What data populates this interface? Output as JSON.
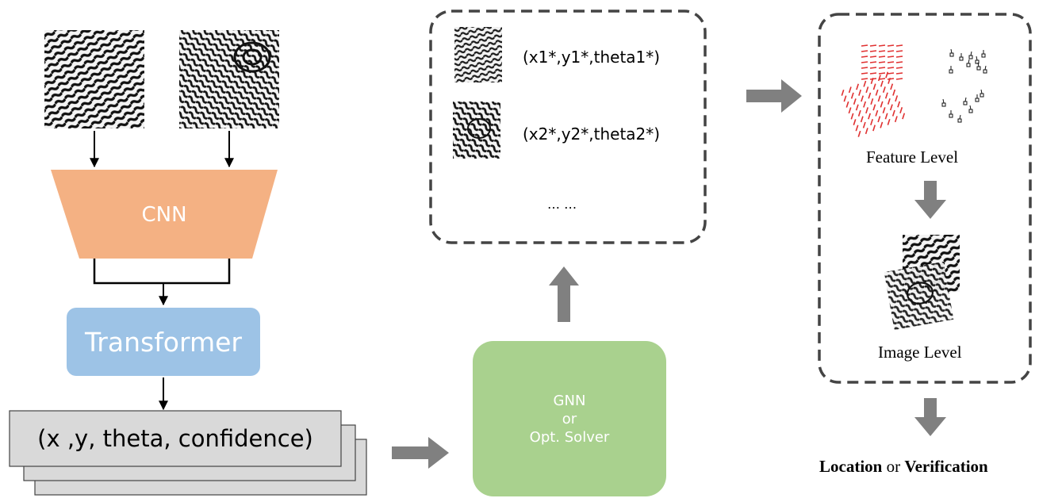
{
  "encoder": {
    "cnn_label": "CNN",
    "transformer_label": "Transformer",
    "output_label": "(x ,y, theta, confidence)"
  },
  "solver": {
    "line1": "GNN",
    "line2": "or",
    "line3": "Opt. Solver"
  },
  "candidates": {
    "item1": "(x1*,y1*,theta1*)",
    "item2": "(x2*,y2*,theta2*)",
    "ellipsis": "… …"
  },
  "alignment": {
    "feature_level": "Feature Level",
    "image_level": "Image Level"
  },
  "result": {
    "location": "Location",
    "or": "or",
    "verification": "Verification"
  },
  "colors": {
    "cnn": "#F4B183",
    "transformer": "#9DC3E6",
    "solver": "#A9D18E",
    "output_card": "#D9D9D9",
    "arrow_gray": "#808080",
    "feature_red": "#E03030"
  }
}
